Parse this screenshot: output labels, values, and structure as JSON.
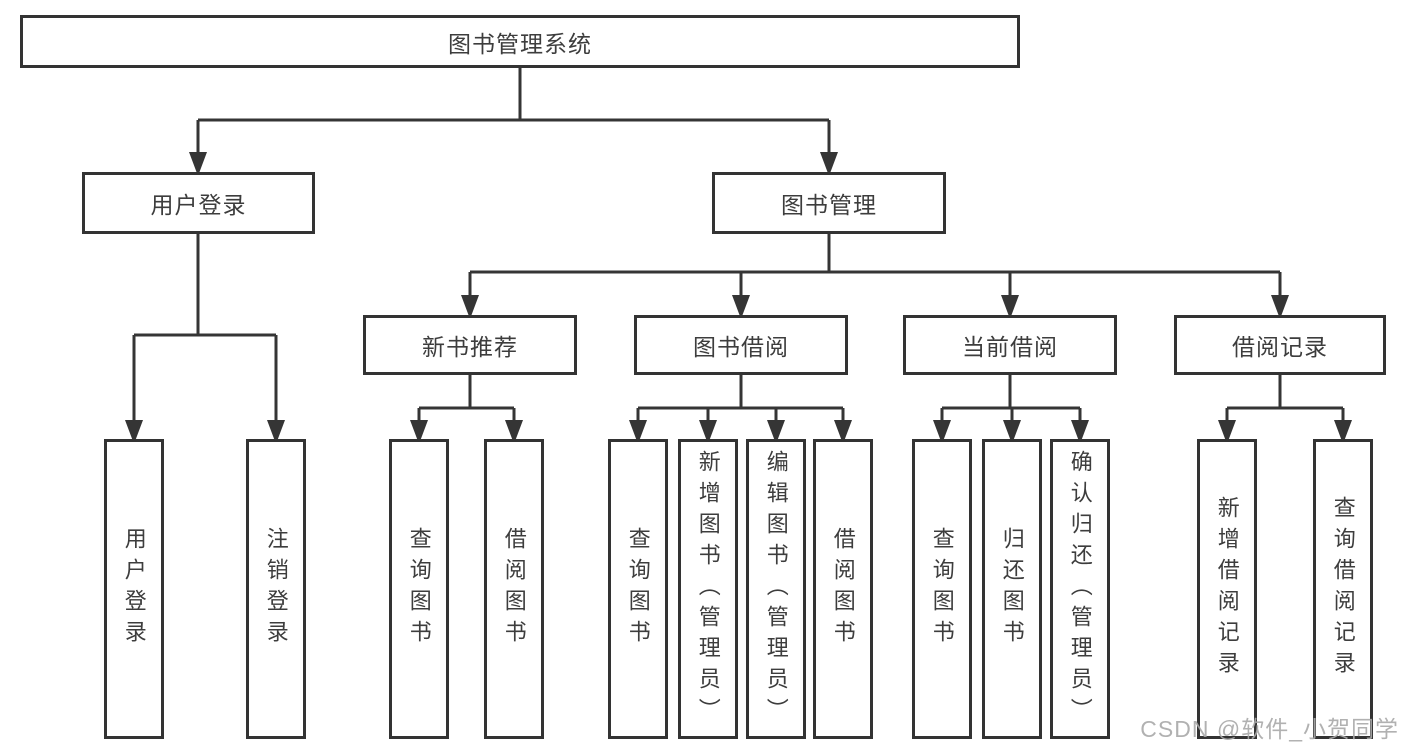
{
  "diagram": {
    "watermark": "CSDN @软件_小贺同学",
    "colors": {
      "line": "#353535",
      "box_border": "#333333",
      "text": "#3d3d3d",
      "background": "#ffffff",
      "watermark": "#a9a9a9"
    },
    "tree": {
      "label": "图书管理系统",
      "children": [
        {
          "label": "用户登录",
          "children": [
            {
              "label": "用户登录"
            },
            {
              "label": "注销登录"
            }
          ]
        },
        {
          "label": "图书管理",
          "children": [
            {
              "label": "新书推荐",
              "children": [
                {
                  "label": "查询图书"
                },
                {
                  "label": "借阅图书"
                }
              ]
            },
            {
              "label": "图书借阅",
              "children": [
                {
                  "label": "查询图书"
                },
                {
                  "label": "新增图书（管理员）"
                },
                {
                  "label": "编辑图书（管理员）"
                },
                {
                  "label": "借阅图书"
                }
              ]
            },
            {
              "label": "当前借阅",
              "children": [
                {
                  "label": "查询图书"
                },
                {
                  "label": "归还图书"
                },
                {
                  "label": "确认归还（管理员）"
                }
              ]
            },
            {
              "label": "借阅记录",
              "children": [
                {
                  "label": "新增借阅记录"
                },
                {
                  "label": "查询借阅记录"
                }
              ]
            }
          ]
        }
      ]
    }
  }
}
